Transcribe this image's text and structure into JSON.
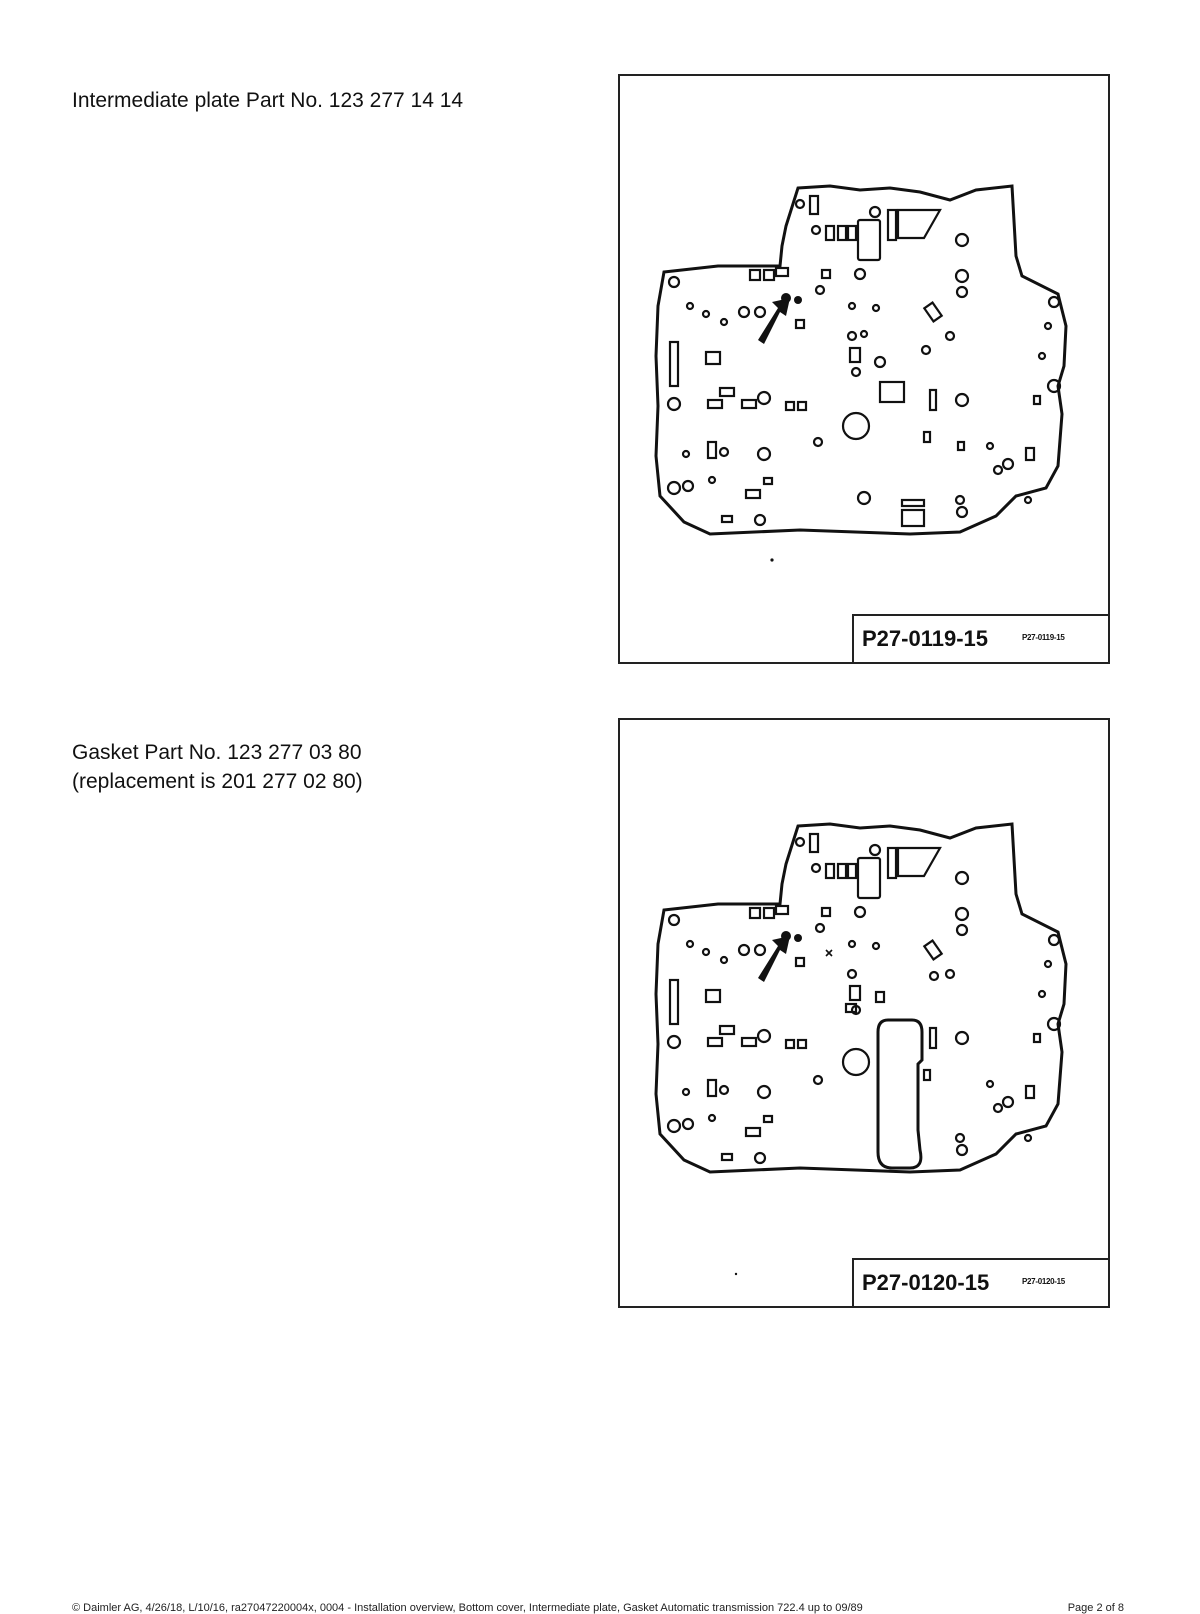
{
  "sections": [
    {
      "caption_lines": [
        "Intermediate plate Part No. 123 277 14 14"
      ],
      "figure_id": "P27-0119-15",
      "figure_small_id": "P27-0119-15"
    },
    {
      "caption_lines": [
        "Gasket Part No. 123 277 03 80",
        "(replacement is 201 277 02 80)"
      ],
      "figure_id": "P27-0120-15",
      "figure_small_id": "P27-0120-15"
    }
  ],
  "footer": {
    "left": "© Daimler AG, 4/26/18, L/10/16, ra27047220004x, 0004 - Installation overview, Bottom cover, Intermediate plate, Gasket Automatic transmission 722.4 up to 09/89",
    "right": "Page 2 of 8"
  }
}
